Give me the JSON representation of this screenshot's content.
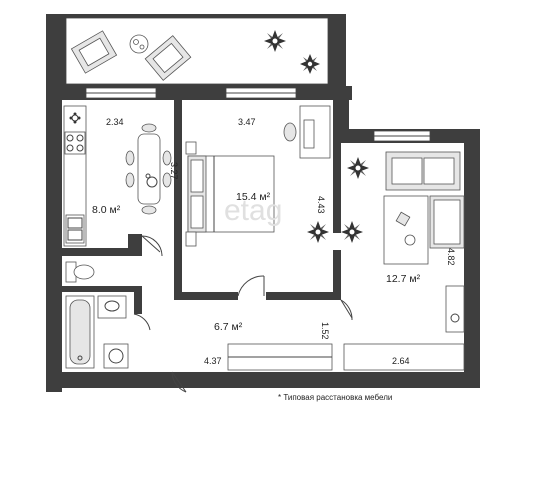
{
  "rooms": [
    {
      "id": "kitchen",
      "dimension": "2.34",
      "dimension_side": "3.27",
      "area": "8.0 м²"
    },
    {
      "id": "bedroom",
      "dimension": "3.47",
      "dimension_side": "4.43",
      "area": "15.4 м²"
    },
    {
      "id": "living",
      "dimension_side": "4.82",
      "area": "12.7 м²"
    },
    {
      "id": "hall",
      "dimension": "4.37",
      "dimension_side": "1.52",
      "area": "6.7 м²"
    },
    {
      "id": "corridor",
      "dimension": "2.64"
    }
  ],
  "note": "* Типовая расстановка мебели",
  "watermark": "etag"
}
